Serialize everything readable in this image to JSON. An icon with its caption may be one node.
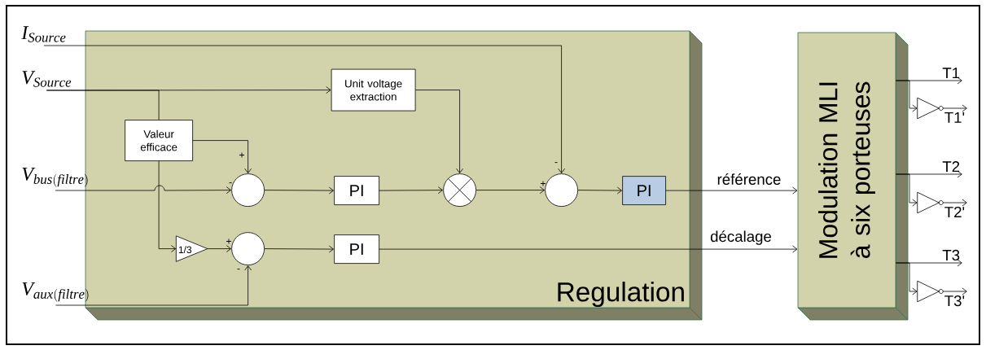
{
  "diagram": {
    "nodes": [
      {
        "text": [
          "Regulation"
        ]
      },
      {
        "text": [
          "Modulation MLI à six porteuses"
        ]
      },
      {
        "text": [
          "I_{Source}"
        ]
      },
      {
        "text": [
          "V_{Source}"
        ]
      },
      {
        "text": [
          "V_{bus(filtre)}"
        ]
      },
      {
        "text": [
          "V_{aux(filtre)}"
        ]
      },
      {
        "text": [
          "Unit voltage extraction"
        ],
        "in": 0
      },
      {
        "text": [
          "Valeur efficace"
        ],
        "in": 0
      },
      {
        "text": [],
        "shape": "circle",
        "in": 0
      },
      {
        "text": [
          "PI"
        ],
        "in": 0
      },
      {
        "text": [],
        "shape": "circle",
        "in": 0
      },
      {
        "text": [],
        "shape": "circle",
        "in": 0
      },
      {
        "text": [
          "PI"
        ],
        "in": 0
      },
      {
        "text": [
          "1/3"
        ],
        "in": 0
      },
      {
        "text": [],
        "shape": "circle",
        "in": 0
      },
      {
        "text": [
          "PI"
        ],
        "in": 0
      },
      {
        "text": [
          "T1"
        ]
      },
      {
        "text": [
          "T1'"
        ]
      },
      {
        "text": [
          "T2"
        ]
      },
      {
        "text": [
          "T2'"
        ]
      },
      {
        "text": [
          "T3"
        ]
      },
      {
        "text": [
          "T3'"
        ]
      },
      {
        "text": [],
        "shape": "triangle"
      },
      {
        "text": [],
        "shape": "triangle"
      },
      {
        "text": [],
        "shape": "triangle"
      }
    ],
    "edges": [
      {
        "from": 2,
        "to": 11,
        "arrow": "to",
        "label": "-"
      },
      {
        "from": 3,
        "to": 6,
        "arrow": "to"
      },
      {
        "from": 3,
        "to": 7,
        "arrow": "none"
      },
      {
        "from": 7,
        "to": 8,
        "arrow": "to",
        "label": "+"
      },
      {
        "from": 4,
        "to": 8,
        "arrow": "to",
        "label": "-"
      },
      {
        "from": 8,
        "to": 9,
        "arrow": "to"
      },
      {
        "from": 9,
        "to": 10,
        "arrow": "to"
      },
      {
        "from": 6,
        "to": 10,
        "arrow": "to"
      },
      {
        "from": 10,
        "to": 11,
        "arrow": "to",
        "label": "+"
      },
      {
        "from": 11,
        "to": 12,
        "arrow": "to"
      },
      {
        "from": 12,
        "to": 1,
        "arrow": "to",
        "label": "référence"
      },
      {
        "from": 7,
        "to": 13,
        "arrow": "to"
      },
      {
        "from": 13,
        "to": 14,
        "arrow": "to",
        "label": "+"
      },
      {
        "from": 5,
        "to": 14,
        "arrow": "to",
        "label": "-"
      },
      {
        "from": 14,
        "to": 15,
        "arrow": "to"
      },
      {
        "from": 15,
        "to": 1,
        "arrow": "to",
        "label": "décalage"
      },
      {
        "from": 1,
        "to": 16,
        "arrow": "to"
      },
      {
        "from": 1,
        "to": 22,
        "arrow": "to"
      },
      {
        "from": 22,
        "to": 17,
        "arrow": "to"
      },
      {
        "from": 1,
        "to": 18,
        "arrow": "to"
      },
      {
        "from": 1,
        "to": 23,
        "arrow": "to"
      },
      {
        "from": 23,
        "to": 19,
        "arrow": "to"
      },
      {
        "from": 1,
        "to": 20,
        "arrow": "to"
      },
      {
        "from": 1,
        "to": 24,
        "arrow": "to"
      },
      {
        "from": 24,
        "to": 21,
        "arrow": "to"
      }
    ]
  }
}
